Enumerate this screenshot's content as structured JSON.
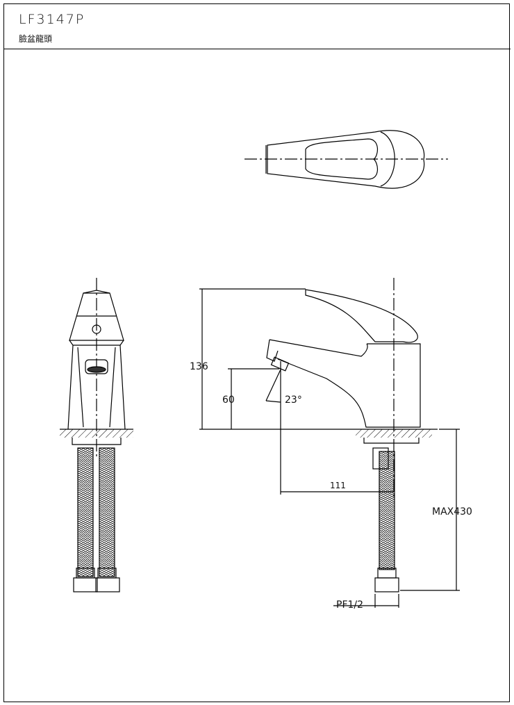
{
  "header": {
    "model": "LF3147P",
    "name": "臉盆龍頭"
  },
  "dimensions": {
    "height": "136",
    "spout_height": "60",
    "angle": "23°",
    "reach": "111",
    "hose_length": "MAX430",
    "thread": "PF1/2"
  }
}
